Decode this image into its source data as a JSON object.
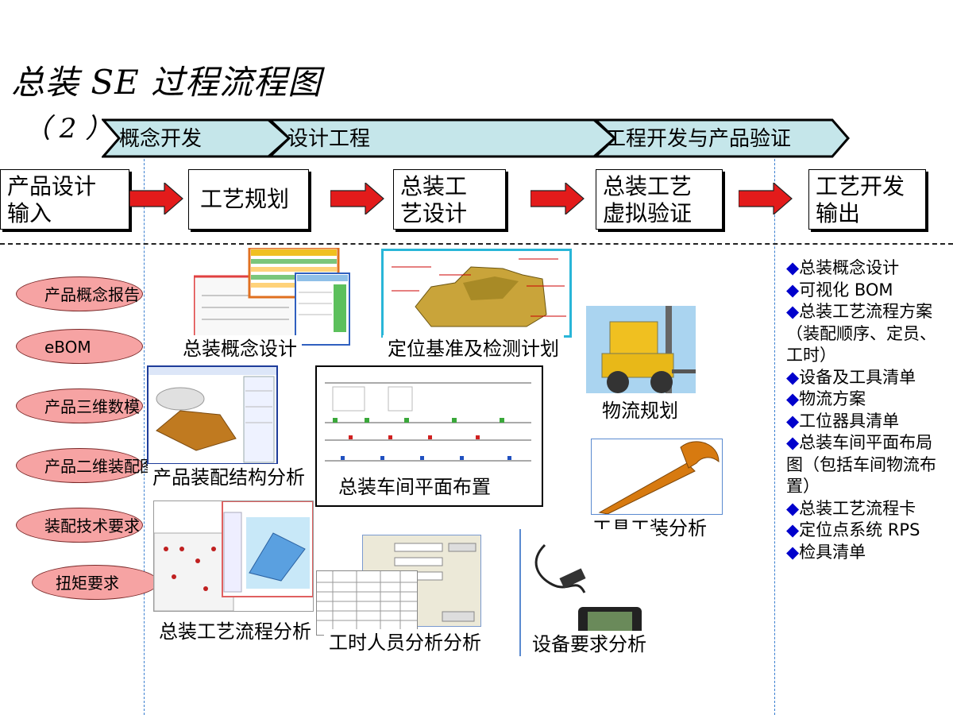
{
  "title": "总装 SE 过程流程图",
  "subtitle": "（ 2 ）",
  "phases": [
    "概念开发",
    "设计工程",
    "工程开发与产品验证"
  ],
  "process_steps": [
    {
      "lines": [
        "产品设计",
        "输入"
      ]
    },
    {
      "lines": [
        "工艺规划"
      ]
    },
    {
      "lines": [
        "总装工",
        "艺设计"
      ]
    },
    {
      "lines": [
        "总装工艺",
        "虚拟验证"
      ]
    },
    {
      "lines": [
        "工艺开发",
        "输出"
      ]
    }
  ],
  "inputs": [
    "产品概念报告",
    "eBOM",
    "产品三维数模",
    "产品二维装配图",
    "装配技术要求",
    "扭矩要求"
  ],
  "activities": {
    "concept_design": "总装概念设计",
    "locating_plan": "定位基准及检测计划",
    "logistics": "物流规划",
    "assembly_structure": "产品装配结构分析",
    "workshop_layout": "总装车间平面布置",
    "tooling": "工具工装分析",
    "process_flow": "总装工艺流程分析",
    "labor_analysis": "工时人员分析分析",
    "equipment": "设备要求分析"
  },
  "deliverables": [
    "◆总装概念设计",
    "◆可视化 BOM",
    "◆总装工艺流程方案（装配顺序、定员、工时）",
    "◆设备及工具清单",
    "◆物流方案",
    "◆工位器具清单",
    "◆总装车间平面布局图（包括车间物流布置）",
    "◆总装工艺流程卡",
    "◆定位点系统 RPS",
    "◆检具清单"
  ],
  "colors": {
    "phase_fill": "#c5e6ea",
    "arrow_red": "#e31b1b",
    "ellipse_fill": "#f6a3a3",
    "guide_blue": "#3a7fd0",
    "bullet_blue": "#0000cc"
  }
}
